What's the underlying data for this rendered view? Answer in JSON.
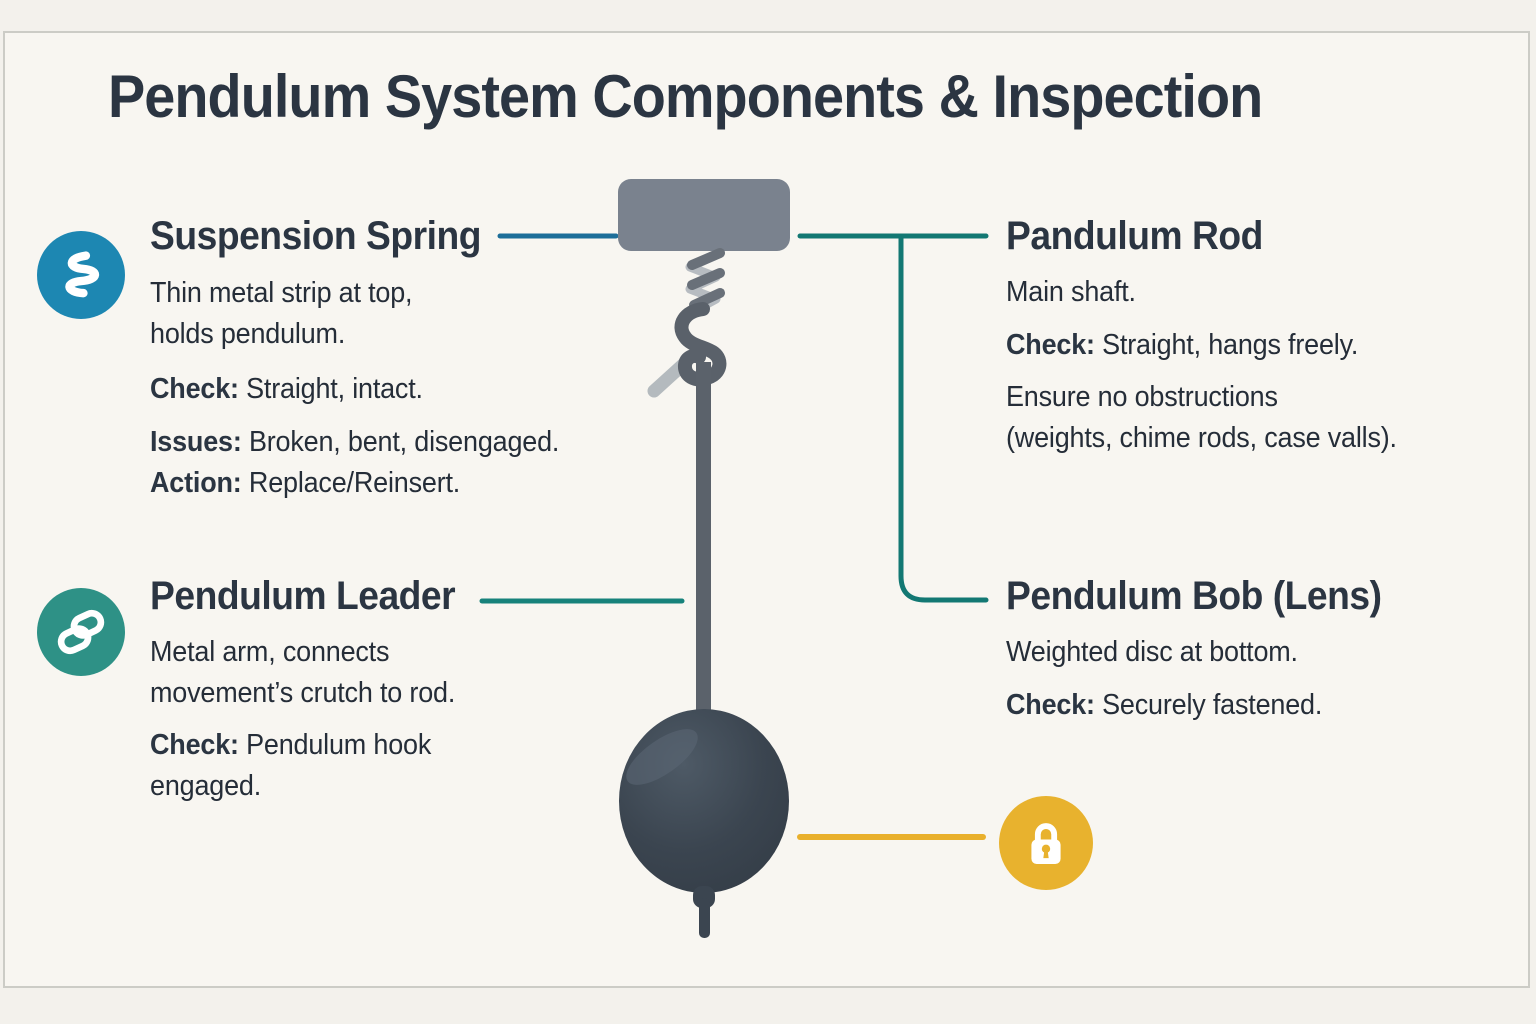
{
  "title": "Pendulum System Components & Inspection",
  "colors": {
    "background": "#F3F1EC",
    "panel_background": "#F8F6F1",
    "panel_border": "#CCCCC6",
    "heading_text": "#2B3542",
    "body_text": "#252D38",
    "blue_connector": "#1D6E99",
    "teal_connector": "#137873",
    "yellow_accent": "#E9B02C",
    "spring_icon_bg": "#1D87B2",
    "link_icon_bg": "#2E9186",
    "lock_icon_bg": "#E8B22E",
    "block_gray": "#7A828E",
    "rod_gray": "#5B626B",
    "bob_dark": "#3B4550"
  },
  "icons": {
    "suspension_spring": "spring-icon",
    "pendulum_leader": "link-icon",
    "bob_secure": "lock-icon"
  },
  "sections": {
    "suspension_spring": {
      "heading": "Suspension Spring",
      "desc_line1": "Thin metal strip at top,",
      "desc_line2": "holds pendulum.",
      "check_label": "Check:",
      "check_text": " Straight, intact.",
      "issues_label": "Issues:",
      "issues_text": " Broken, bent, disengaged.",
      "action_label": "Action:",
      "action_text": " Replace/Reinsert."
    },
    "pendulum_leader": {
      "heading": "Pendulum Leader",
      "desc_line1": "Metal arm, connects",
      "desc_line2": "movement’s crutch to rod.",
      "check_label": "Check:",
      "check_line1": " Pendulum hook",
      "check_line2": "engaged."
    },
    "pendulum_rod": {
      "heading": "Pandulum Rod",
      "desc": "Main shaft.",
      "check_label": "Check:",
      "check_text": " Straight, hangs freely.",
      "note_line1": "Ensure no obstructions",
      "note_line2": "(weights, chime rods, case valls)."
    },
    "pendulum_bob": {
      "heading": "Pendulum Bob (Lens)",
      "desc": "Weighted disc at bottom.",
      "check_label": "Check:",
      "check_text": " Securely fastened."
    }
  }
}
